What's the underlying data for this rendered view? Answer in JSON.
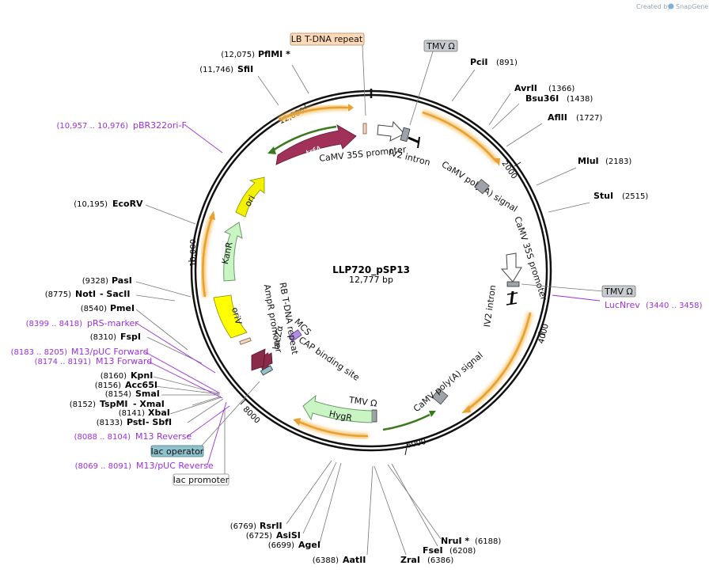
{
  "plasmid": {
    "name": "LLP720_pSP13",
    "length": "12,777 bp"
  },
  "credit": {
    "prefix": "Created by",
    "brand": "SnapGene"
  },
  "ticks": [
    "2000",
    "4000",
    "6000",
    "8000",
    "10,000",
    "12,000"
  ],
  "restriction_sites": [
    {
      "name": "PflMI *",
      "pos": "(12,075)"
    },
    {
      "name": "SfiI",
      "pos": "(11,746)"
    },
    {
      "name": "PciI",
      "pos": "(891)"
    },
    {
      "name": "AvrII",
      "pos": "(1366)"
    },
    {
      "name": "Bsu36I",
      "pos": "(1438)"
    },
    {
      "name": "AflII",
      "pos": "(1727)"
    },
    {
      "name": "MluI",
      "pos": "(2183)"
    },
    {
      "name": "StuI",
      "pos": "(2515)"
    },
    {
      "name": "EcoRV",
      "pos": "(10,195)"
    },
    {
      "name": "PasI",
      "pos": "(9328)"
    },
    {
      "name": "NotI",
      "pos": "(8775)",
      "extra": "- SacII"
    },
    {
      "name": "PmeI",
      "pos": "(8540)"
    },
    {
      "name": "FspI",
      "pos": "(8310)"
    },
    {
      "name": "KpnI",
      "pos": "(8160)"
    },
    {
      "name": "Acc65I",
      "pos": "(8156)"
    },
    {
      "name": "SmaI",
      "pos": "(8154)"
    },
    {
      "name": "TspMI",
      "pos": "(8152)",
      "extra": "- XmaI"
    },
    {
      "name": "XbaI",
      "pos": "(8141)"
    },
    {
      "name": "PstI",
      "pos": "(8133)",
      "extra": "- SbfI"
    },
    {
      "name": "RsrII",
      "pos": "(6769)"
    },
    {
      "name": "AsiSI",
      "pos": "(6725)"
    },
    {
      "name": "AgeI",
      "pos": "(6699)"
    },
    {
      "name": "AatII",
      "pos": "(6388)"
    },
    {
      "name": "ZraI",
      "pos": "(6386)"
    },
    {
      "name": "FseI",
      "pos": "(6208)"
    },
    {
      "name": "NruI *",
      "pos": "(6188)"
    }
  ],
  "primers": [
    {
      "name": "pBR322ori-F",
      "pos": "(10,957 .. 10,976)"
    },
    {
      "name": "LucNrev",
      "pos": "(3440 .. 3458)"
    },
    {
      "name": "pRS-marker",
      "pos": "(8399 .. 8418)"
    },
    {
      "name": "M13/pUC Forward",
      "pos": "(8183 .. 8205)"
    },
    {
      "name": "M13 Forward",
      "pos": "(8174 .. 8191)"
    },
    {
      "name": "M13 Reverse",
      "pos": "(8088 .. 8104)"
    },
    {
      "name": "M13/pUC Reverse",
      "pos": "(8069 .. 8091)"
    }
  ],
  "boxed_labels": {
    "lb_tdna": "LB T-DNA repeat",
    "tmv_top": "TMV Ω",
    "tmv_right": "TMV Ω",
    "lac_operator": "lac operator",
    "lac_promoter": "lac promoter"
  },
  "features": {
    "trfa": "trfA",
    "camv35s_top": "CaMV 35S promoter",
    "iv2_top": "IV2 intron",
    "camv_polya_top": "CaMV poly(A) signal",
    "camv35s_right": "CaMV 35S promoter",
    "iv2_right": "IV2 intron",
    "camv_polya_bottom": "CaMV poly(A) signal",
    "tmv_inner": "TMV Ω",
    "hygr": "HygR",
    "cap": "CAP binding site",
    "lacza": "lacZα",
    "mcs": "MCS",
    "rb_tdna": "RB T-DNA repeat",
    "ampr_promoter": "AmpR promoter",
    "kanr": "KanR",
    "ori": "ori",
    "oriv": "oriV"
  },
  "colors": {
    "backbone": "#111111",
    "primer": "#9b30d9",
    "trfa": "#a2315a",
    "lacza": "#8c2a4a",
    "ori": "#f2f200",
    "oriv": "#ffff00",
    "marker": "#c9f5c5",
    "orf_orange": "#e8a030",
    "orf_green": "#3b7a1c",
    "polya": "#9da3a8",
    "lb_box": "#fcd9b8",
    "lac_operator_box": "#8fc2cd"
  }
}
